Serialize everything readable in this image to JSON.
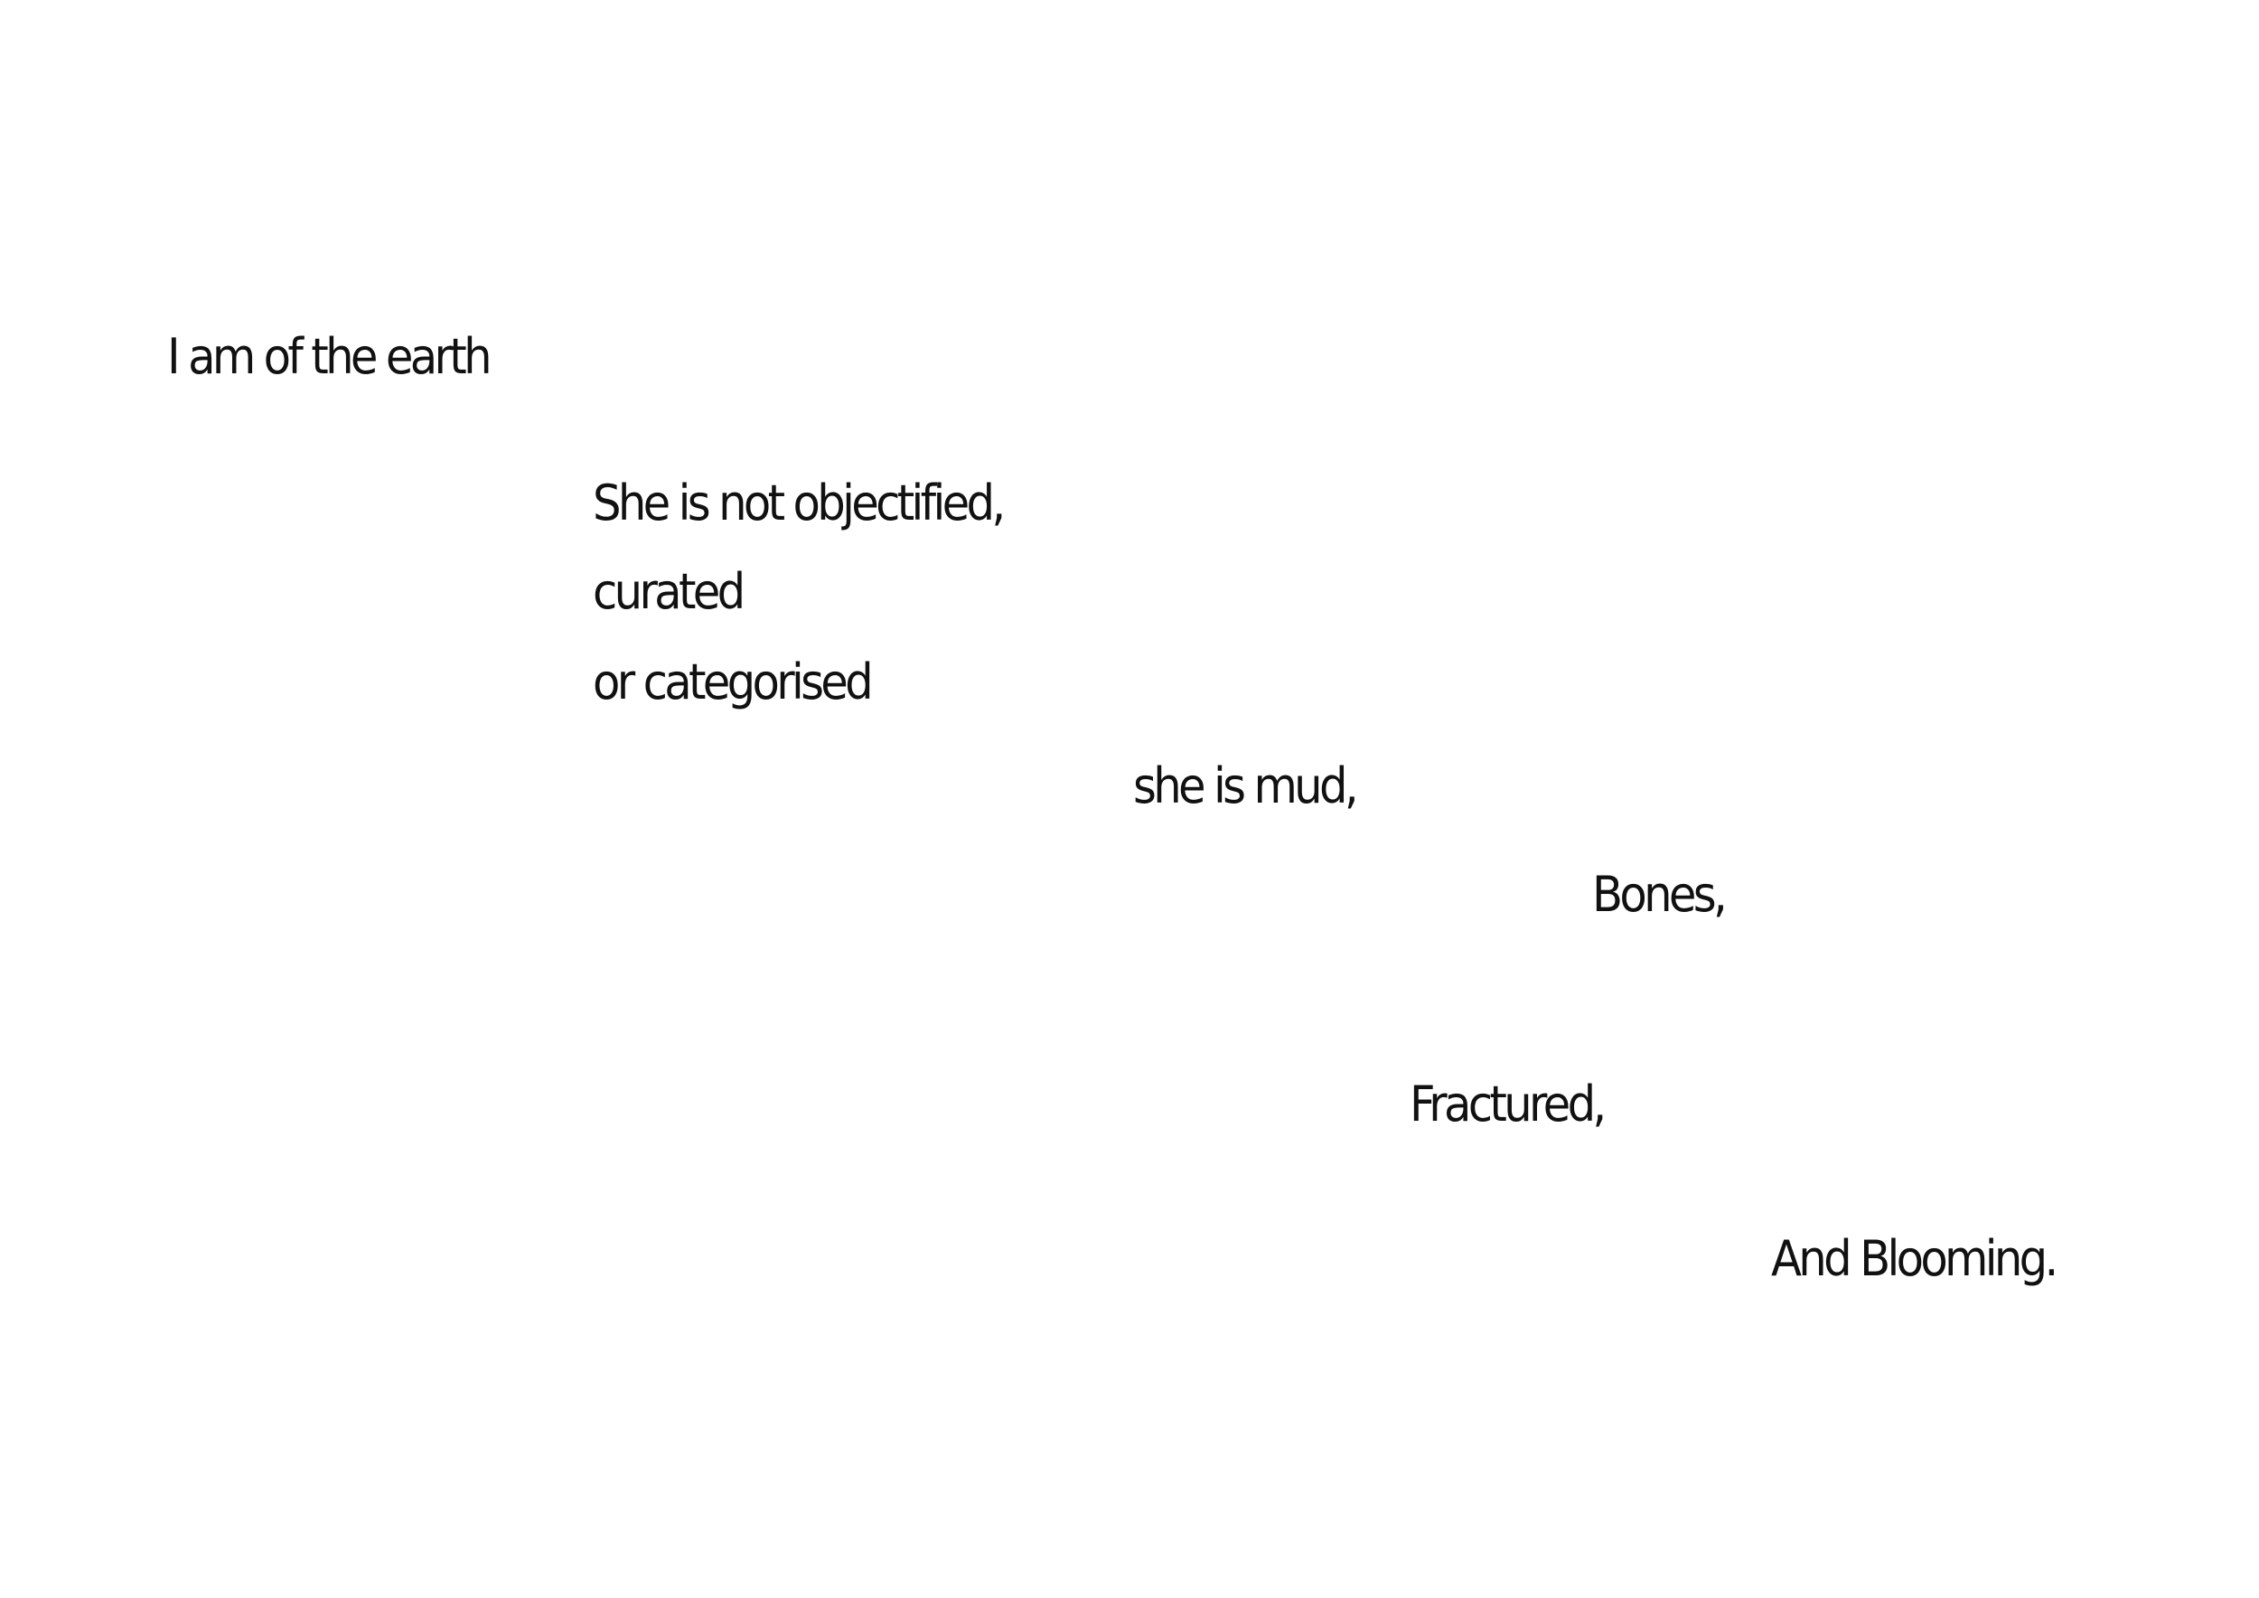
{
  "poem": {
    "lines": [
      "I am of the earth",
      "She is not objectified,",
      "curated",
      "or categorised",
      "she is mud,",
      "Bones,",
      "Fractured,",
      "And Blooming."
    ]
  },
  "colors": {
    "background": "#ffffff",
    "text": "#111111"
  }
}
